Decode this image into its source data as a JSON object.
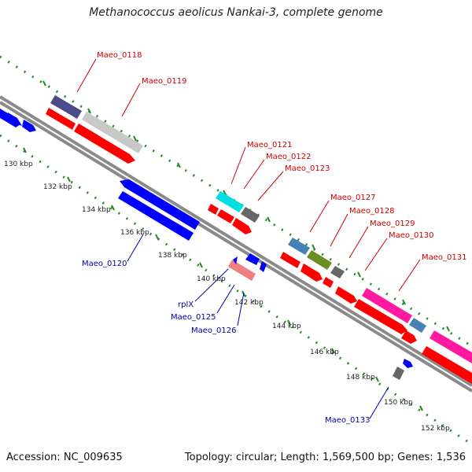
{
  "title": "Methanococcus aeolicus Nankai-3, complete genome",
  "footer": {
    "accession": "Accession: NC_009635",
    "summary": "Topology: circular; Length: 1,569,500 bp; Genes: 1,536"
  },
  "colors": {
    "forward_red": "#ff0000",
    "reverse_blue": "#0000ff",
    "grey_gene": "#666666",
    "light_grey_gene": "#c8c8c8",
    "navy_gene": "#4a4a8c",
    "cyan_gene": "#00e0e0",
    "steel_blue_gene": "#4682b4",
    "olive_gene": "#6b8e23",
    "pink_gene": "#ff1aa0",
    "salmon_gene": "#f08080",
    "label_red": "#cc0000",
    "label_blue": "#0000aa",
    "dotted_green": "#228b22"
  },
  "ticks": [
    "130 kbp",
    "132 kbp",
    "134 kbp",
    "136 kbp",
    "138 kbp",
    "140 kbp",
    "142 kbp",
    "144 kbp",
    "146 kbp",
    "148 kbp",
    "150 kbp",
    "152 kbp"
  ],
  "forward_labels": [
    "Maeo_0118",
    "Maeo_0119",
    "Maeo_0121",
    "Maeo_0122",
    "Maeo_0123",
    "Maeo_0127",
    "Maeo_0128",
    "Maeo_0129",
    "Maeo_0130",
    "Maeo_0131"
  ],
  "reverse_labels": [
    "Maeo_0120",
    "rplX",
    "Maeo_0125",
    "Maeo_0126",
    "Maeo_0133"
  ]
}
